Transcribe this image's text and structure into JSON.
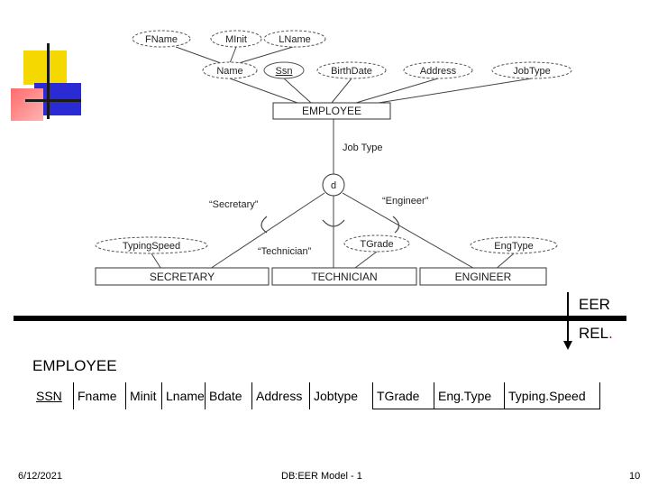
{
  "diagram": {
    "employee_attributes_top": [
      "FName",
      "MInit",
      "LName"
    ],
    "employee_attributes": [
      "Name",
      "Ssn",
      "BirthDate",
      "Address",
      "JobType"
    ],
    "employee_entity": "EMPLOYEE",
    "discriminator_label": "Job Type",
    "disjoint_symbol": "d",
    "branch_labels": {
      "secretary": "“Secretary”",
      "engineer": "“Engineer”",
      "technician": "“Technician”"
    },
    "subclass_attributes": {
      "secretary": "TypingSpeed",
      "technician": "TGrade",
      "engineer": "EngType"
    },
    "subclasses": [
      "SECRETARY",
      "TECHNICIAN",
      "ENGINEER"
    ]
  },
  "mapping": {
    "eer_label": "EER",
    "rel_label": "REL",
    "rel_period": "."
  },
  "relation": {
    "name": "EMPLOYEE",
    "columns": [
      "SSN",
      "Fname",
      "Minit",
      "Lname",
      "Bdate",
      "Address",
      "Jobtype",
      "TGrade",
      "Eng.Type",
      "Typing.Speed"
    ],
    "key_column": "SSN"
  },
  "footer": {
    "date": "6/12/2021",
    "title": "DB:EER Model - 1",
    "page_number": "10"
  },
  "colors": {
    "deco_yellow": "#f5d800",
    "deco_blue": "#2b2bd6",
    "deco_red": "#ff6b6b",
    "accent_red": "#c00000"
  }
}
